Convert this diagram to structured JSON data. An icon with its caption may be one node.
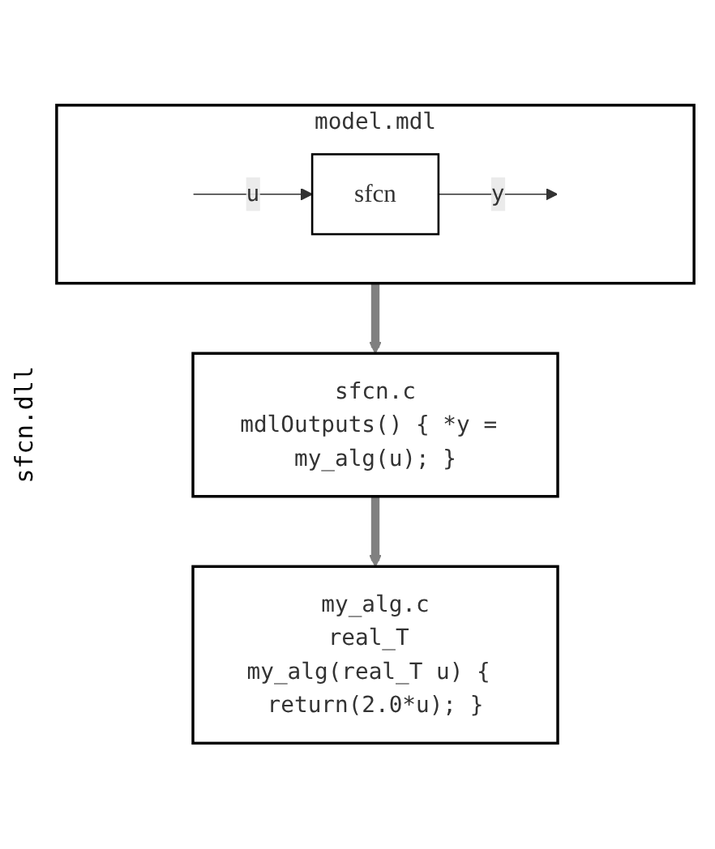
{
  "diagram": {
    "nodes": [
      {
        "text": [
          "model.mdl"
        ]
      },
      {
        "text": [
          "sfcn"
        ],
        "in": 0
      },
      {
        "text": [
          "sfcn.c",
          "mdlOutputs() { *y = my_alg(u); }"
        ]
      },
      {
        "text": [
          "my_alg.c",
          "real_T my_alg(real_T u) { return(2.0*u); }"
        ]
      }
    ],
    "edges": [
      {
        "from": null,
        "to": 1,
        "arrow": "to",
        "label": "u"
      },
      {
        "from": 1,
        "to": null,
        "arrow": "to",
        "label": "y"
      },
      {
        "from": 0,
        "to": 2,
        "arrow": "to",
        "style": "thick",
        "color": "#808080"
      },
      {
        "from": 2,
        "to": 3,
        "arrow": "to",
        "style": "thick",
        "color": "#808080"
      }
    ],
    "labels": [
      "sfcn.dll"
    ]
  }
}
